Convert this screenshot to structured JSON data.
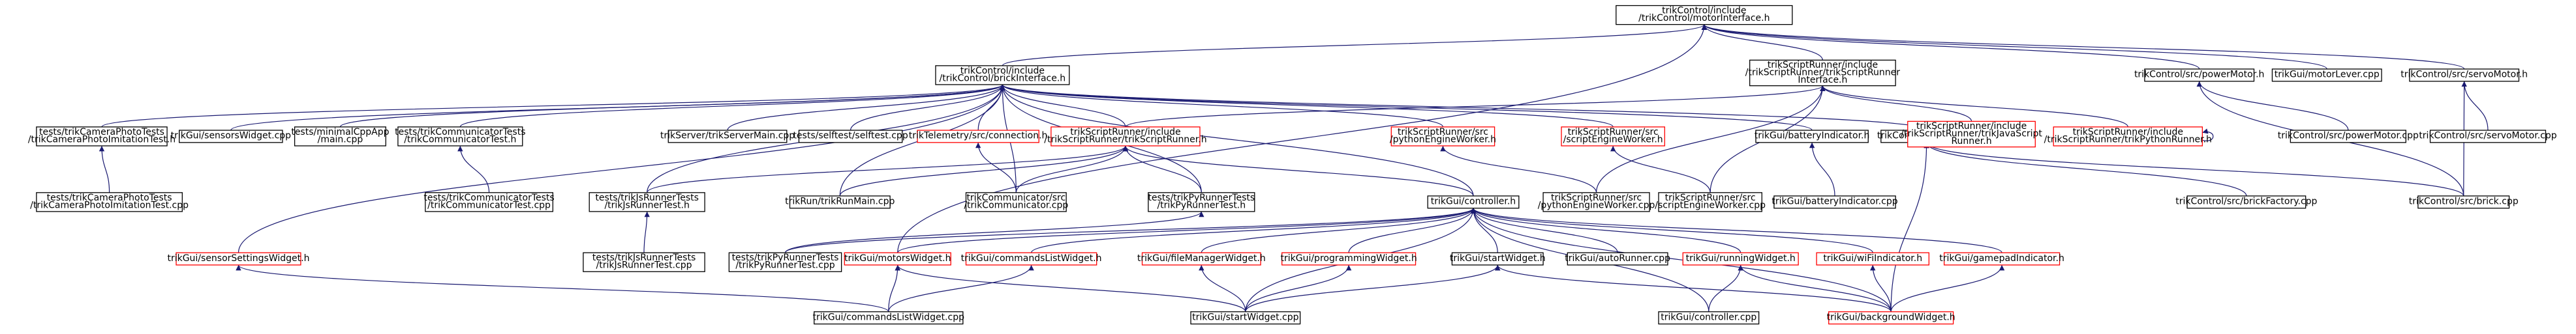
{
  "colors": {
    "root_fill": "#bfbfbf",
    "border_normal": "#000000",
    "border_truncated": "#ff0000",
    "edge": "#191970",
    "text": "#000000"
  },
  "nodes": [
    {
      "id": "root",
      "lines": [
        "trikControl/include",
        "/trikControl/motorInterface.h"
      ],
      "style": "root"
    },
    {
      "id": "brickInterface",
      "lines": [
        "trikControl/include",
        "/trikControl/brickInterface.h"
      ],
      "style": "normal"
    },
    {
      "id": "scriptRunnerInterface",
      "lines": [
        "trikScriptRunner/include",
        "/trikScriptRunner/trikScriptRunner",
        "Interface.h"
      ],
      "style": "normal"
    },
    {
      "id": "powerMotorH",
      "lines": [
        "trikControl/src/powerMotor.h"
      ],
      "style": "normal"
    },
    {
      "id": "motorLeverCpp",
      "lines": [
        "trikGui/motorLever.cpp"
      ],
      "style": "normal"
    },
    {
      "id": "servoMotorH",
      "lines": [
        "trikControl/src/servoMotor.h"
      ],
      "style": "normal"
    },
    {
      "id": "imitationTestH",
      "lines": [
        "tests/trikCameraPhotoTests",
        "/trikCameraPhotoImitationTest.h"
      ],
      "style": "normal"
    },
    {
      "id": "sensorsWidgetCpp",
      "lines": [
        "trikGui/sensorsWidget.cpp"
      ],
      "style": "normal"
    },
    {
      "id": "minimalCppAppMain",
      "lines": [
        "tests/minimalCppApp",
        "/main.cpp"
      ],
      "style": "normal"
    },
    {
      "id": "communicatorTestH",
      "lines": [
        "tests/trikCommunicatorTests",
        "/trikCommunicatorTest.h"
      ],
      "style": "normal"
    },
    {
      "id": "serverMainCpp",
      "lines": [
        "trikServer/trikServerMain.cpp"
      ],
      "style": "normal"
    },
    {
      "id": "selftestCpp",
      "lines": [
        "tests/selftest/selftest.cpp"
      ],
      "style": "normal"
    },
    {
      "id": "connectionH",
      "lines": [
        "trikTelemetry/src/connection.h"
      ],
      "style": "truncated"
    },
    {
      "id": "scriptRunnerH",
      "lines": [
        "trikScriptRunner/include",
        "/trikScriptRunner/trikScriptRunner.h"
      ],
      "style": "truncated"
    },
    {
      "id": "pythonEngineWorkerH",
      "lines": [
        "trikScriptRunner/src",
        "/pythonEngineWorker.h"
      ],
      "style": "truncated"
    },
    {
      "id": "scriptEngineWorkerH",
      "lines": [
        "trikScriptRunner/src",
        "/scriptEngineWorker.h"
      ],
      "style": "truncated"
    },
    {
      "id": "batteryIndicatorH",
      "lines": [
        "trikGui/batteryIndicator.h"
      ],
      "style": "normal"
    },
    {
      "id": "brickH",
      "lines": [
        "trikControl/src/brick.h"
      ],
      "style": "normal"
    },
    {
      "id": "javaScriptRunnerH",
      "lines": [
        "trikScriptRunner/include",
        "/trikScriptRunner/trikJavaScript",
        "Runner.h"
      ],
      "style": "truncated"
    },
    {
      "id": "pythonRunnerH",
      "lines": [
        "trikScriptRunner/include",
        "/trikScriptRunner/trikPythonRunner.h"
      ],
      "style": "truncated"
    },
    {
      "id": "powerMotorCpp",
      "lines": [
        "trikControl/src/powerMotor.cpp"
      ],
      "style": "normal"
    },
    {
      "id": "servoMotorCpp",
      "lines": [
        "trikControl/src/servoMotor.cpp"
      ],
      "style": "normal"
    },
    {
      "id": "imitationTestCpp",
      "lines": [
        "tests/trikCameraPhotoTests",
        "/trikCameraPhotoImitationTest.cpp"
      ],
      "style": "normal"
    },
    {
      "id": "communicatorTestCpp",
      "lines": [
        "tests/trikCommunicatorTests",
        "/trikCommunicatorTest.cpp"
      ],
      "style": "normal"
    },
    {
      "id": "jsRunnerTestH",
      "lines": [
        "tests/trikJsRunnerTests",
        "/trikJsRunnerTest.h"
      ],
      "style": "normal"
    },
    {
      "id": "runMainCpp",
      "lines": [
        "trikRun/trikRunMain.cpp"
      ],
      "style": "normal"
    },
    {
      "id": "communicatorCpp",
      "lines": [
        "trikCommunicator/src",
        "/trikCommunicator.cpp"
      ],
      "style": "normal"
    },
    {
      "id": "pyRunnerTestH",
      "lines": [
        "tests/trikPyRunnerTests",
        "/trikPyRunnerTest.h"
      ],
      "style": "normal"
    },
    {
      "id": "controllerH",
      "lines": [
        "trikGui/controller.h"
      ],
      "style": "normal"
    },
    {
      "id": "pythonEngineWorkerCpp",
      "lines": [
        "trikScriptRunner/src",
        "/pythonEngineWorker.cpp"
      ],
      "style": "normal"
    },
    {
      "id": "scriptEngineWorkerCpp",
      "lines": [
        "trikScriptRunner/src",
        "/scriptEngineWorker.cpp"
      ],
      "style": "normal"
    },
    {
      "id": "batteryIndicatorCpp",
      "lines": [
        "trikGui/batteryIndicator.cpp"
      ],
      "style": "normal"
    },
    {
      "id": "brickFactoryCpp",
      "lines": [
        "trikControl/src/brickFactory.cpp"
      ],
      "style": "normal"
    },
    {
      "id": "brickCpp",
      "lines": [
        "trikControl/src/brick.cpp"
      ],
      "style": "normal"
    },
    {
      "id": "sensorSettingsWidgetH",
      "lines": [
        "trikGui/sensorSettingsWidget.h"
      ],
      "style": "truncated"
    },
    {
      "id": "jsRunnerTestCpp",
      "lines": [
        "tests/trikJsRunnerTests",
        "/trikJsRunnerTest.cpp"
      ],
      "style": "normal"
    },
    {
      "id": "pyRunnerTestCpp",
      "lines": [
        "tests/trikPyRunnerTests",
        "/trikPyRunnerTest.cpp"
      ],
      "style": "normal"
    },
    {
      "id": "motorsWidgetH",
      "lines": [
        "trikGui/motorsWidget.h"
      ],
      "style": "truncated"
    },
    {
      "id": "commandsListWidgetH",
      "lines": [
        "trikGui/commandsListWidget.h"
      ],
      "style": "truncated"
    },
    {
      "id": "fileManagerWidgetH",
      "lines": [
        "trikGui/fileManagerWidget.h"
      ],
      "style": "truncated"
    },
    {
      "id": "programmingWidgetH",
      "lines": [
        "trikGui/programmingWidget.h"
      ],
      "style": "truncated"
    },
    {
      "id": "startWidgetH",
      "lines": [
        "trikGui/startWidget.h"
      ],
      "style": "normal"
    },
    {
      "id": "autoRunnerCpp",
      "lines": [
        "trikGui/autoRunner.cpp"
      ],
      "style": "normal"
    },
    {
      "id": "runningWidgetH",
      "lines": [
        "trikGui/runningWidget.h"
      ],
      "style": "truncated"
    },
    {
      "id": "wiFiIndicatorH",
      "lines": [
        "trikGui/wiFiIndicator.h"
      ],
      "style": "truncated"
    },
    {
      "id": "gamepadIndicatorH",
      "lines": [
        "trikGui/gamepadIndicator.h"
      ],
      "style": "truncated"
    },
    {
      "id": "commandsListWidgetCpp",
      "lines": [
        "trikGui/commandsListWidget.cpp"
      ],
      "style": "normal"
    },
    {
      "id": "startWidgetCpp",
      "lines": [
        "trikGui/startWidget.cpp"
      ],
      "style": "normal"
    },
    {
      "id": "controllerCpp",
      "lines": [
        "trikGui/controller.cpp"
      ],
      "style": "normal"
    },
    {
      "id": "backgroundWidgetH",
      "lines": [
        "trikGui/backgroundWidget.h"
      ],
      "style": "truncated"
    }
  ],
  "edges": [
    [
      "root",
      "brickInterface"
    ],
    [
      "root",
      "scriptRunnerInterface"
    ],
    [
      "root",
      "powerMotorH"
    ],
    [
      "root",
      "motorLeverCpp"
    ],
    [
      "root",
      "servoMotorH"
    ],
    [
      "root",
      "motorsWidgetH"
    ],
    [
      "brickInterface",
      "imitationTestH"
    ],
    [
      "brickInterface",
      "sensorsWidgetCpp"
    ],
    [
      "brickInterface",
      "minimalCppAppMain"
    ],
    [
      "brickInterface",
      "communicatorTestH"
    ],
    [
      "brickInterface",
      "serverMainCpp"
    ],
    [
      "brickInterface",
      "selftestCpp"
    ],
    [
      "brickInterface",
      "connectionH"
    ],
    [
      "brickInterface",
      "scriptRunnerH"
    ],
    [
      "brickInterface",
      "pythonEngineWorkerH"
    ],
    [
      "brickInterface",
      "scriptEngineWorkerH"
    ],
    [
      "brickInterface",
      "batteryIndicatorH"
    ],
    [
      "brickInterface",
      "brickH"
    ],
    [
      "brickInterface",
      "sensorSettingsWidgetH"
    ],
    [
      "brickInterface",
      "jsRunnerTestH"
    ],
    [
      "brickInterface",
      "communicatorCpp"
    ],
    [
      "brickInterface",
      "pyRunnerTestH"
    ],
    [
      "brickInterface",
      "controllerH"
    ],
    [
      "brickInterface",
      "runMainCpp"
    ],
    [
      "scriptRunnerInterface",
      "scriptRunnerH"
    ],
    [
      "scriptRunnerInterface",
      "javaScriptRunnerH"
    ],
    [
      "scriptRunnerInterface",
      "pythonRunnerH"
    ],
    [
      "scriptRunnerInterface",
      "pythonEngineWorkerCpp"
    ],
    [
      "scriptRunnerInterface",
      "scriptEngineWorkerCpp"
    ],
    [
      "powerMotorH",
      "powerMotorCpp"
    ],
    [
      "powerMotorH",
      "brickCpp"
    ],
    [
      "servoMotorH",
      "servoMotorCpp"
    ],
    [
      "servoMotorH",
      "brickCpp"
    ],
    [
      "imitationTestH",
      "imitationTestCpp"
    ],
    [
      "communicatorTestH",
      "communicatorTestCpp"
    ],
    [
      "connectionH",
      "communicatorCpp"
    ],
    [
      "scriptRunnerH",
      "jsRunnerTestH"
    ],
    [
      "scriptRunnerH",
      "runMainCpp"
    ],
    [
      "scriptRunnerH",
      "communicatorCpp"
    ],
    [
      "scriptRunnerH",
      "pyRunnerTestH"
    ],
    [
      "scriptRunnerH",
      "controllerH"
    ],
    [
      "pythonEngineWorkerH",
      "pythonEngineWorkerCpp"
    ],
    [
      "scriptEngineWorkerH",
      "scriptEngineWorkerCpp"
    ],
    [
      "batteryIndicatorH",
      "batteryIndicatorCpp"
    ],
    [
      "brickH",
      "brickFactoryCpp"
    ],
    [
      "brickH",
      "brickCpp"
    ],
    [
      "brickH",
      "backgroundWidgetH"
    ],
    [
      "pythonRunnerH",
      "pythonRunnerH"
    ],
    [
      "jsRunnerTestH",
      "jsRunnerTestCpp"
    ],
    [
      "pyRunnerTestH",
      "pyRunnerTestCpp"
    ],
    [
      "controllerH",
      "motorsWidgetH"
    ],
    [
      "controllerH",
      "commandsListWidgetH"
    ],
    [
      "controllerH",
      "fileManagerWidgetH"
    ],
    [
      "controllerH",
      "programmingWidgetH"
    ],
    [
      "controllerH",
      "startWidgetH"
    ],
    [
      "controllerH",
      "autoRunnerCpp"
    ],
    [
      "controllerH",
      "runningWidgetH"
    ],
    [
      "controllerH",
      "wiFiIndicatorH"
    ],
    [
      "controllerH",
      "gamepadIndicatorH"
    ],
    [
      "controllerH",
      "controllerCpp"
    ],
    [
      "controllerH",
      "backgroundWidgetH"
    ],
    [
      "controllerH",
      "pyRunnerTestCpp"
    ],
    [
      "controllerH",
      "startWidgetCpp"
    ],
    [
      "sensorSettingsWidgetH",
      "commandsListWidgetCpp"
    ],
    [
      "motorsWidgetH",
      "commandsListWidgetCpp"
    ],
    [
      "motorsWidgetH",
      "startWidgetCpp"
    ],
    [
      "commandsListWidgetH",
      "commandsListWidgetCpp"
    ],
    [
      "fileManagerWidgetH",
      "startWidgetCpp"
    ],
    [
      "programmingWidgetH",
      "startWidgetCpp"
    ],
    [
      "startWidgetH",
      "startWidgetCpp"
    ],
    [
      "startWidgetH",
      "backgroundWidgetH"
    ],
    [
      "runningWidgetH",
      "controllerCpp"
    ],
    [
      "runningWidgetH",
      "backgroundWidgetH"
    ],
    [
      "wiFiIndicatorH",
      "backgroundWidgetH"
    ],
    [
      "gamepadIndicatorH",
      "backgroundWidgetH"
    ]
  ]
}
